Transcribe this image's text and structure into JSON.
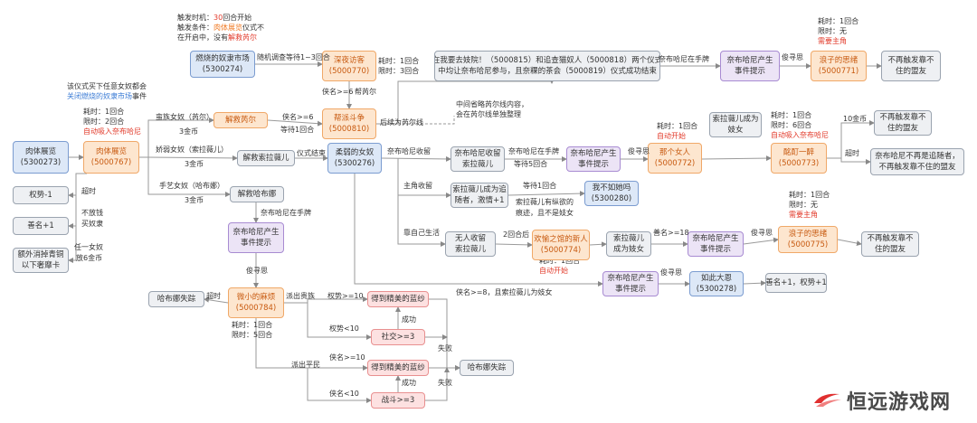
{
  "nodes": [
    {
      "id": "n_5300273",
      "style": "blue",
      "lines": [
        "肉体展览",
        "(5300273)"
      ]
    },
    {
      "id": "n_5000767",
      "style": "orange",
      "lines": [
        "肉体展览",
        "(5000767)"
      ]
    },
    {
      "id": "n_quan",
      "style": "gray",
      "lines": [
        "权势-1"
      ]
    },
    {
      "id": "n_shan1",
      "style": "gray",
      "lines": [
        "善名+1"
      ]
    },
    {
      "id": "n_ewai",
      "style": "gray",
      "lines": [
        "额外消掉青铜",
        "以下奢靡卡"
      ]
    },
    {
      "id": "n_5300274",
      "style": "blue",
      "lines": [
        "燃烧的奴隶市场",
        "(5300274)"
      ]
    },
    {
      "id": "n_5000770",
      "style": "orange",
      "lines": [
        "深夜访客",
        "(5000770)"
      ]
    },
    {
      "id": "n_jiuer",
      "style": "orange",
      "lines": [
        "解救芮尔"
      ]
    },
    {
      "id": "n_5000810",
      "style": "orange",
      "lines": [
        "帮派斗争",
        "(5000810)"
      ]
    },
    {
      "id": "n_jiusuo",
      "style": "gray",
      "lines": [
        "解救索拉薇儿"
      ]
    },
    {
      "id": "n_jiuha",
      "style": "gray",
      "lines": [
        "解救哈布娜"
      ]
    },
    {
      "id": "n_5300276",
      "style": "blue",
      "lines": [
        "柔弱的女奴",
        "(5300276)"
      ]
    },
    {
      "id": "n_shilian",
      "style": "gray",
      "lines": [
        "在我要去妓院！（5000815）和追查猫奴人（5000818）两个仪式",
        "中均让奈布哈尼参与，且奈粿的茶会（5000819）仪式成功结束"
      ]
    },
    {
      "id": "n_ev1",
      "style": "purple",
      "lines": [
        "奈布哈尼产生",
        "事件提示"
      ]
    },
    {
      "id": "n_5000771",
      "style": "orange",
      "lines": [
        "浪子的思绪",
        "(5000771)"
      ]
    },
    {
      "id": "n_nobuf1",
      "style": "gray",
      "lines": [
        "不再触发靠不",
        "住的盟友"
      ]
    },
    {
      "id": "n_shouliu",
      "style": "gray",
      "lines": [
        "奈布哈尼收留",
        "索拉薇儿"
      ]
    },
    {
      "id": "n_ev2",
      "style": "purple",
      "lines": [
        "奈布哈尼产生",
        "事件提示"
      ]
    },
    {
      "id": "n_5000772",
      "style": "orange",
      "lines": [
        "那个女人",
        "(5000772)"
      ]
    },
    {
      "id": "n_chengji1",
      "style": "gray",
      "lines": [
        "索拉薇儿成为",
        "妓女"
      ]
    },
    {
      "id": "n_5000773",
      "style": "orange",
      "lines": [
        "酩酊一醉",
        "(5000773)"
      ]
    },
    {
      "id": "n_nobuf2",
      "style": "gray",
      "lines": [
        "不再触发靠不",
        "住的盟友"
      ]
    },
    {
      "id": "n_nobuf3",
      "style": "gray",
      "lines": [
        "奈布哈尼不再是追随者，",
        "不再触发靠不住的盟友"
      ]
    },
    {
      "id": "n_zhuisui",
      "style": "gray",
      "lines": [
        "索拉薇儿成为追",
        "随者，激情+1"
      ]
    },
    {
      "id": "n_5300280",
      "style": "blue",
      "lines": [
        "我不如她吗",
        "(5300280)"
      ]
    },
    {
      "id": "n_wuren",
      "style": "gray",
      "lines": [
        "无人收留",
        "索拉薇儿"
      ]
    },
    {
      "id": "n_5000774",
      "style": "orange",
      "lines": [
        "欢愉之馆的新人",
        "(5000774)"
      ]
    },
    {
      "id": "n_chengji2",
      "style": "gray",
      "lines": [
        "索拉薇儿",
        "成为妓女"
      ]
    },
    {
      "id": "n_ev3",
      "style": "purple",
      "lines": [
        "奈布哈尼产生",
        "事件提示"
      ]
    },
    {
      "id": "n_5000775",
      "style": "orange",
      "lines": [
        "浪子的思绪",
        "(5000775)"
      ]
    },
    {
      "id": "n_nobuf4",
      "style": "gray",
      "lines": [
        "不再触发靠不",
        "住的盟友"
      ]
    },
    {
      "id": "n_ev4",
      "style": "purple",
      "lines": [
        "奈布哈尼产生",
        "事件提示"
      ]
    },
    {
      "id": "n_ev5",
      "style": "purple",
      "lines": [
        "奈布哈尼产生",
        "事件提示"
      ]
    },
    {
      "id": "n_5300278",
      "style": "blue",
      "lines": [
        "如此大恩",
        "(5300278)"
      ]
    },
    {
      "id": "n_shanquan",
      "style": "gray",
      "lines": [
        "善名+1，权势+1"
      ]
    },
    {
      "id": "n_hashi",
      "style": "gray",
      "lines": [
        "哈布娜失踪"
      ]
    },
    {
      "id": "n_5000784",
      "style": "orange",
      "lines": [
        "微小的麻烦",
        "(5000784)"
      ]
    },
    {
      "id": "n_lan1",
      "style": "red",
      "lines": [
        "得到精美的蓝纱"
      ]
    },
    {
      "id": "n_shejiao",
      "style": "red",
      "lines": [
        "社交>=3"
      ]
    },
    {
      "id": "n_hashi2",
      "style": "gray",
      "lines": [
        "哈布娜失踪"
      ]
    },
    {
      "id": "n_lan2",
      "style": "red",
      "lines": [
        "得到精美的蓝纱"
      ]
    },
    {
      "id": "n_zhandou",
      "style": "red",
      "lines": [
        "战斗>=3"
      ]
    }
  ],
  "labels": {
    "l_ran": "随机调查等待1~3回合",
    "l_xia": "侠名>=6",
    "l_bang": "帮芮尔",
    "l_rongnu": "蛮族女奴（芮尔）",
    "l_jin1": "3金币",
    "l_xia2": "侠名>=6",
    "l_deng1": "等待1回合",
    "l_jiaomei": "娇弱女奴（索拉薇儿）",
    "l_jin2": "3金币",
    "l_yishi": "仪式结束",
    "l_shouyi": "手艺女奴（哈布娜）",
    "l_jin3": "3金币",
    "l_houxu": "后续为芮尔线",
    "l_chaoshi1": "超时",
    "l_buqian": "不放钱",
    "l_maiu": "买奴隶",
    "l_renyi": "任一女奴",
    "l_fang6": "放6金币",
    "l_naibuzai": "奈布哈尼在手牌",
    "l_naibushou": "奈布哈尼收留",
    "l_zhujue": "主角收留",
    "l_kaoziji": "靠自己生活",
    "l_naibuzai2": "奈布哈尼在手牌",
    "l_deng5": "等待5回合",
    "l_jun1": "俊寻思",
    "l_deng1b": "等待1回合",
    "l_zongyu1": "索拉薇儿有纵欲的",
    "l_zongyu2": "痕迹，且不是妓女",
    "l_2hui": "2回合后",
    "l_shan18": "善名>=18",
    "l_jun2": "俊寻思",
    "l_10jin": "10金币",
    "l_chaoshi2": "超时",
    "l_jun3": "俊寻思",
    "l_jun4": "俊寻思",
    "l_xia8": "侠名>=8，且索拉薇儿为妓女",
    "l_naibuzai3": "奈布哈尼在手牌",
    "l_jun5": "俊寻思",
    "l_chaoshi3": "超时",
    "l_paigui": "派出贵族",
    "l_paiping": "派出平民",
    "l_quan10a": "权势>=10",
    "l_quan10b": "权势<10",
    "l_xia10a": "侠名>=10",
    "l_xia10b": "侠名<10",
    "l_cheng1": "成功",
    "l_shibai1": "失败",
    "l_cheng2": "成功",
    "l_shibai2": "失败",
    "l_jin4": "奈布哈尼在手牌",
    "l_zhonglue1": "中间省略芮尔线内容，",
    "l_zhonglue2": "会在芮尔线单独整理"
  },
  "notes": {
    "top_trigger_time_a": "触发时机：",
    "top_trigger_time_b": "30",
    "top_trigger_time_c": "回合开始",
    "top_cond_a": "触发条件：",
    "top_cond_b": "肉体展览",
    "top_cond_c": "仪式不",
    "top_cond_d": "在开启中，没有",
    "top_cond_e": "解救芮尔",
    "left_ritual_a": "该仪式买下任意女奴都会",
    "left_ritual_b": "关闭燃烧的奴隶市场",
    "left_ritual_c": "事件",
    "left_cost": "耗时：1回合",
    "left_limit": "限时：2回合",
    "left_auto": "自动吸入奈布哈尼",
    "n770_cost": "耗时：1回合",
    "n770_limit": "限时：3回合",
    "n771_cost": "耗时：1回合",
    "n771_limit": "限时：无",
    "n771_need": "需要主角",
    "n772_cost": "耗时：1回合",
    "n772_auto": "自动开始",
    "n773_cost": "耗时：1回合",
    "n773_limit": "限时：6回合",
    "n773_auto": "自动吸入奈布哈尼",
    "n775_cost": "耗时：1回合",
    "n775_limit": "限时：无",
    "n775_need": "需要主角",
    "n774_cost": "耗时：1回合",
    "n774_auto": "自动开始",
    "n784_cost": "耗时：1回合",
    "n784_limit": "限时：5回合"
  },
  "logo": {
    "text": "恒远游戏网"
  },
  "colors": {
    "orange_fill": "#fde6cf",
    "blue_fill": "#dde8f7",
    "purple_fill": "#ece4f6",
    "red_fill": "#fde1e1",
    "gray_fill": "#eef0f3",
    "accent_red": "#e23a2a",
    "accent_blue": "#3a7bd5"
  }
}
